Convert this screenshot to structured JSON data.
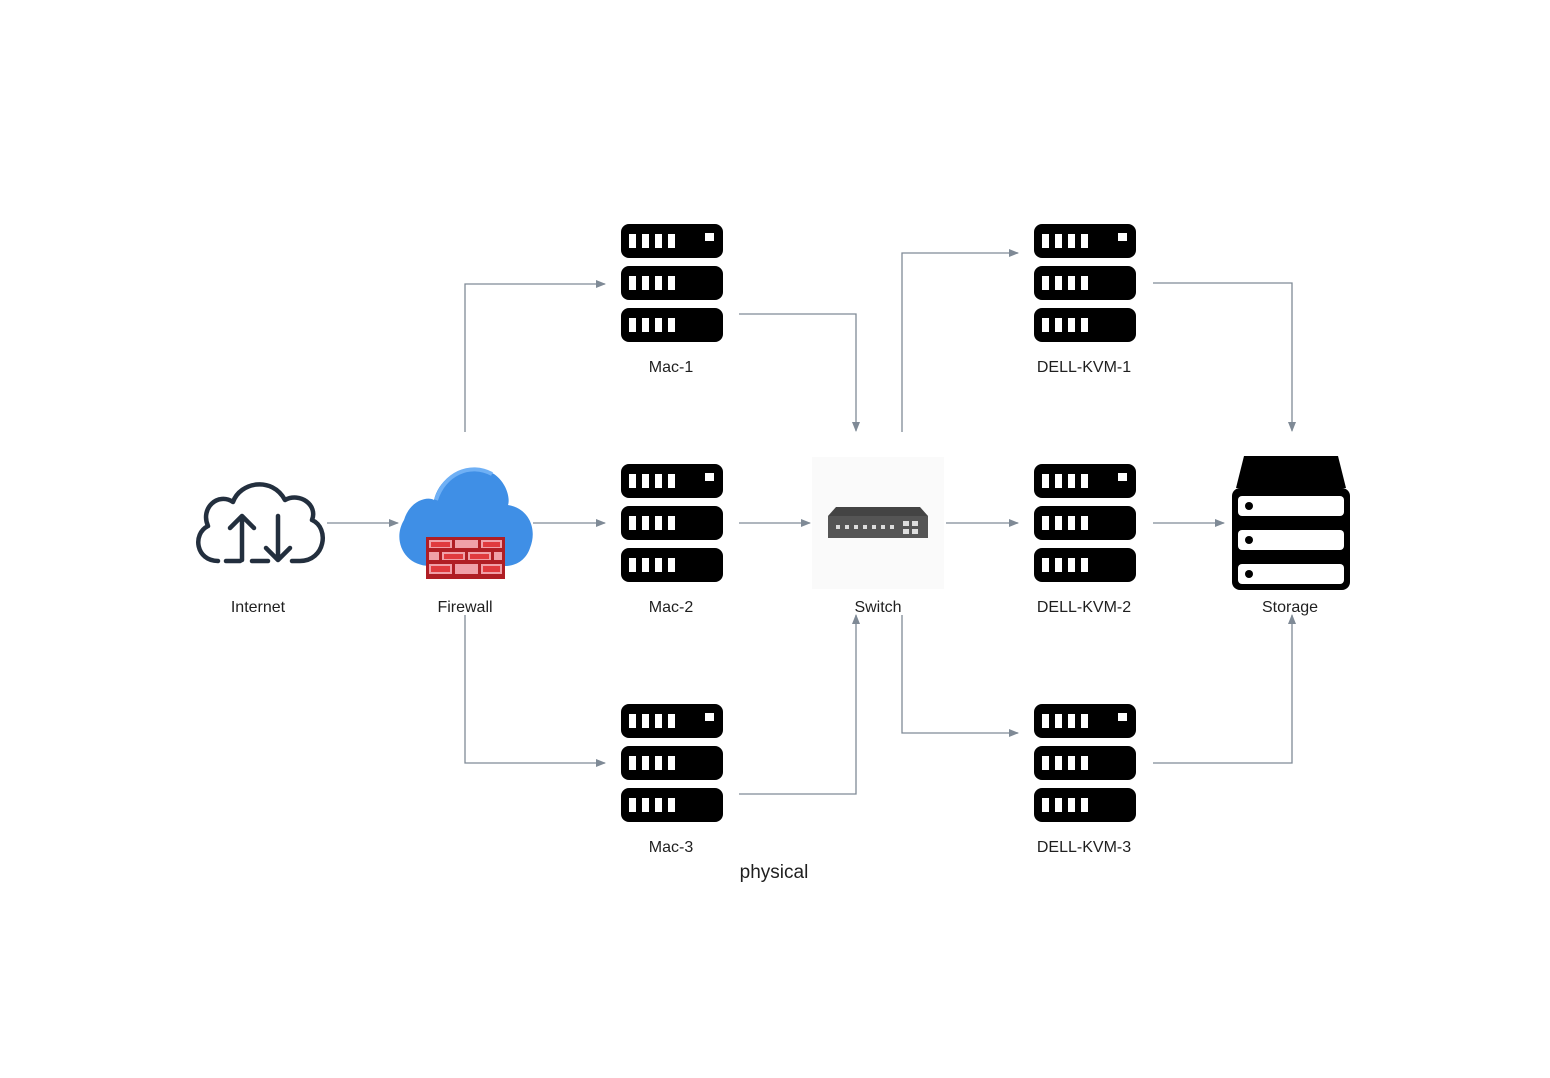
{
  "diagram": {
    "caption": "physical",
    "colors": {
      "edge": "#7f8a96",
      "server": "#000000",
      "cloud_outline": "#232f3e",
      "firewall_cloud": "#3f8fe6",
      "firewall_brick": "#e03a3e",
      "switch_body": "#555555"
    },
    "nodes": {
      "internet": {
        "label": "Internet",
        "icon": "cloud-upload-download-icon"
      },
      "firewall": {
        "label": "Firewall",
        "icon": "firewall-icon"
      },
      "mac1": {
        "label": "Mac-1",
        "icon": "server-rack-icon"
      },
      "mac2": {
        "label": "Mac-2",
        "icon": "server-rack-icon"
      },
      "mac3": {
        "label": "Mac-3",
        "icon": "server-rack-icon"
      },
      "switch": {
        "label": "Switch",
        "icon": "network-switch-icon"
      },
      "kvm1": {
        "label": "DELL-KVM-1",
        "icon": "server-rack-icon"
      },
      "kvm2": {
        "label": "DELL-KVM-2",
        "icon": "server-rack-icon"
      },
      "kvm3": {
        "label": "DELL-KVM-3",
        "icon": "server-rack-icon"
      },
      "storage": {
        "label": "Storage",
        "icon": "storage-icon"
      }
    },
    "edges": [
      {
        "from": "Internet",
        "to": "Firewall"
      },
      {
        "from": "Firewall",
        "to": "Mac-1"
      },
      {
        "from": "Firewall",
        "to": "Mac-2"
      },
      {
        "from": "Firewall",
        "to": "Mac-3"
      },
      {
        "from": "Mac-1",
        "to": "Switch"
      },
      {
        "from": "Mac-2",
        "to": "Switch"
      },
      {
        "from": "Mac-3",
        "to": "Switch"
      },
      {
        "from": "Switch",
        "to": "DELL-KVM-1"
      },
      {
        "from": "Switch",
        "to": "DELL-KVM-2"
      },
      {
        "from": "Switch",
        "to": "DELL-KVM-3"
      },
      {
        "from": "DELL-KVM-1",
        "to": "Storage"
      },
      {
        "from": "DELL-KVM-2",
        "to": "Storage"
      },
      {
        "from": "DELL-KVM-3",
        "to": "Storage"
      }
    ]
  }
}
